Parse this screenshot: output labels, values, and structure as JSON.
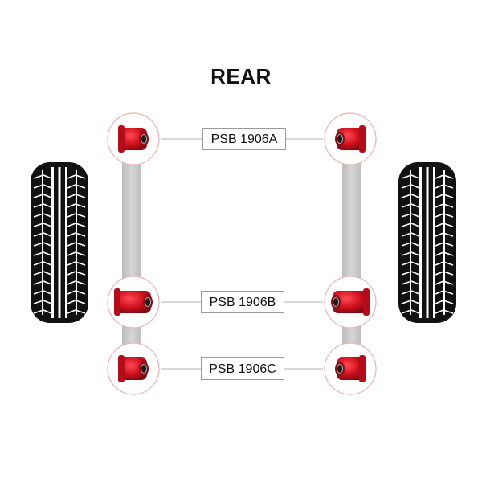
{
  "title": "REAR",
  "parts": [
    {
      "row": "a",
      "label": "PSB 1906A"
    },
    {
      "row": "b",
      "label": "PSB 1906B"
    },
    {
      "row": "c",
      "label": "PSB 1906C"
    }
  ],
  "colors": {
    "bushing_red": "#d1121f",
    "bushing_dark": "#8e0a12",
    "tire": "#111111",
    "frame_rail": "#c8c8c8",
    "circle_border": "#e6b3b3",
    "leader_line": "#b0b0b0"
  },
  "icons": [
    "tire-icon",
    "bushing-icon"
  ]
}
